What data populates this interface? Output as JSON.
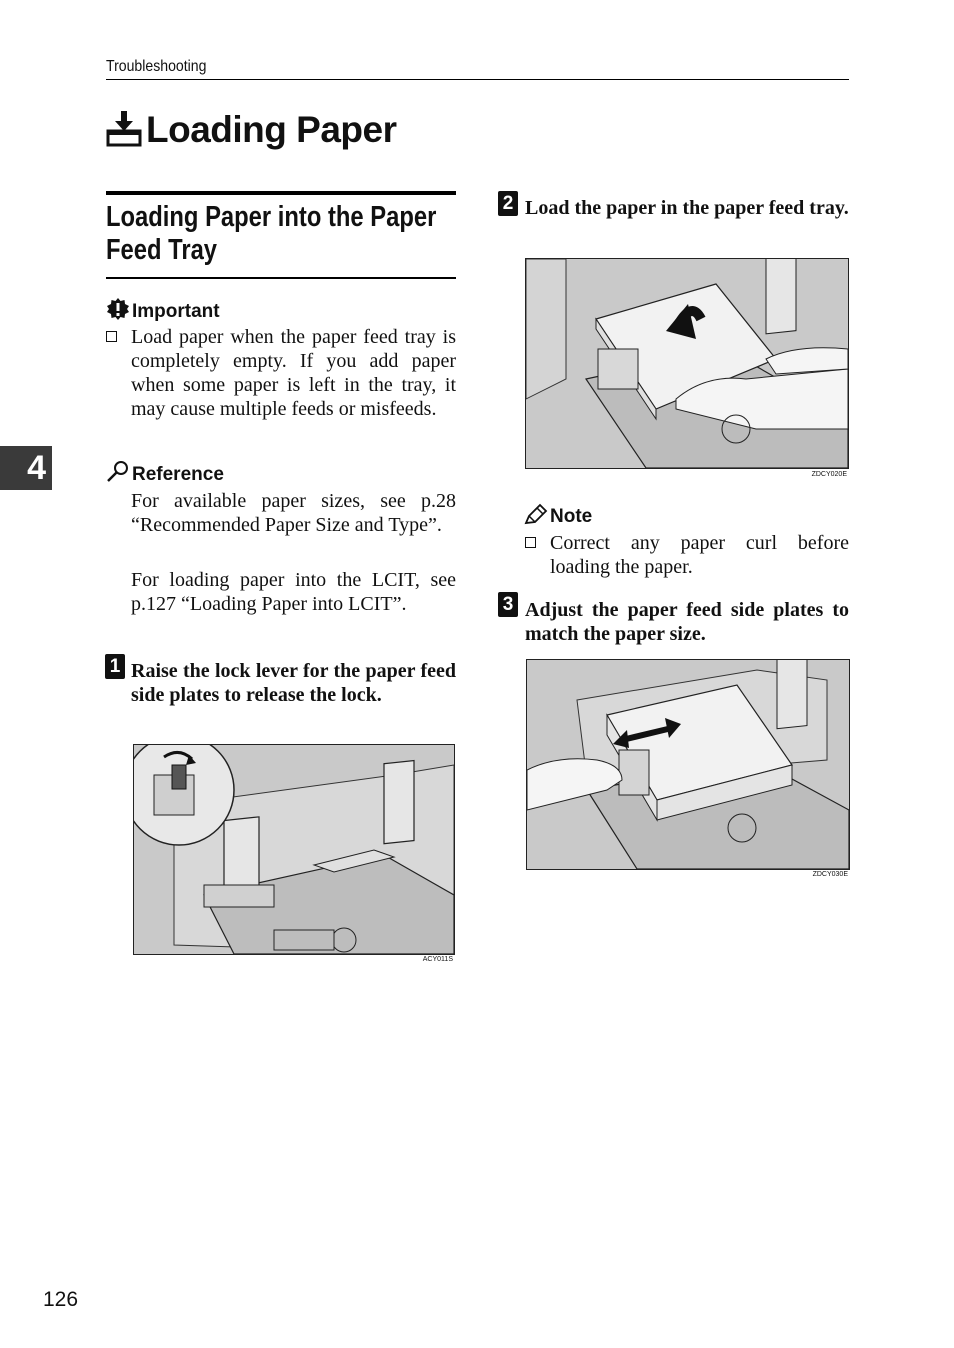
{
  "header": {
    "running_title": "Troubleshooting"
  },
  "title": {
    "text": "Loading Paper",
    "icon": "tray-load-icon"
  },
  "section": {
    "title": "Loading Paper into the Paper Feed Tray"
  },
  "important": {
    "label": "Important",
    "icon": "important-badge-icon",
    "items": [
      "Load paper when the paper feed tray is completely empty. If you add paper when some paper is left in the tray, it may cause multiple feeds or misfeeds."
    ]
  },
  "reference": {
    "label": "Reference",
    "icon": "magnifier-icon",
    "paragraphs": [
      "For available paper sizes, see p.28 “Recommended Paper Size and Type”.",
      "For loading paper into the LCIT, see p.127 “Loading Paper into LCIT”."
    ]
  },
  "steps": [
    {
      "number": "1",
      "text": "Raise the lock lever for the paper feed side plates to release the lock.",
      "figure_code": "ACY011S"
    },
    {
      "number": "2",
      "text": "Load the paper in the paper feed tray.",
      "figure_code": "ZDCY020E"
    },
    {
      "number": "3",
      "text": "Adjust the paper feed side plates to match the paper size.",
      "figure_code": "ZDCY030E"
    }
  ],
  "note": {
    "label": "Note",
    "icon": "pencil-icon",
    "items": [
      "Correct any paper curl before loading the paper."
    ]
  },
  "chapter_tab": "4",
  "page_number": "126"
}
